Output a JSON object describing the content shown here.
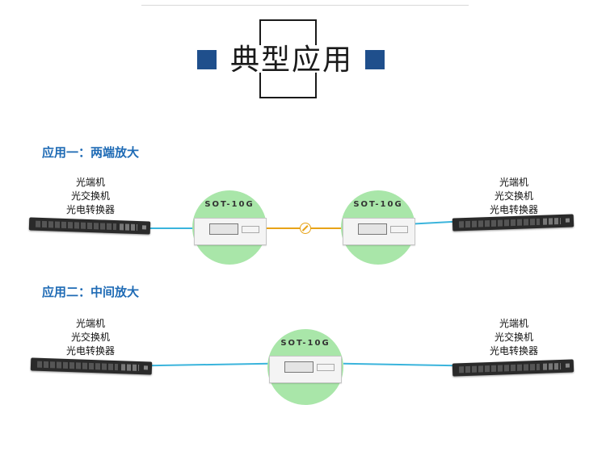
{
  "header": {
    "title": "典型应用"
  },
  "scenarios": [
    {
      "title": "应用一：两端放大",
      "left_device": [
        "光端机",
        "光交换机",
        "光电转换器"
      ],
      "right_device": [
        "光端机",
        "光交换机",
        "光电转换器"
      ],
      "amplifiers": [
        {
          "label": "SOT-10G"
        },
        {
          "label": "SOT-10G"
        }
      ]
    },
    {
      "title": "应用二：中间放大",
      "left_device": [
        "光端机",
        "光交换机",
        "光电转换器"
      ],
      "right_device": [
        "光端机",
        "光交换机",
        "光电转换器"
      ],
      "amplifiers": [
        {
          "label": "SOT-10G"
        }
      ]
    }
  ],
  "colors": {
    "title_square": "#1f4f8c",
    "section_title": "#1f6bb5",
    "fiber_blue": "#3ab4dc",
    "fiber_orange": "#e8a317",
    "amplifier_circle": "#a9e6a9"
  },
  "icons": [
    "square-marker-icon",
    "fiber-attenuator-icon",
    "rack-switch-icon",
    "optical-amplifier-icon"
  ]
}
